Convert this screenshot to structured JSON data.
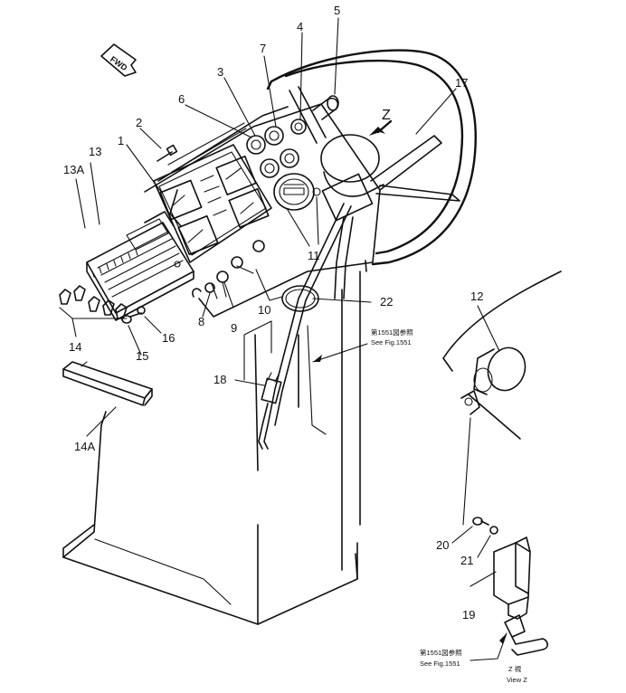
{
  "callouts": [
    {
      "id": "c1",
      "text": "1"
    },
    {
      "id": "c2",
      "text": "2"
    },
    {
      "id": "c3",
      "text": "3"
    },
    {
      "id": "c4",
      "text": "4"
    },
    {
      "id": "c5",
      "text": "5"
    },
    {
      "id": "c6",
      "text": "6"
    },
    {
      "id": "c7",
      "text": "7"
    },
    {
      "id": "c8",
      "text": "8"
    },
    {
      "id": "c9",
      "text": "9"
    },
    {
      "id": "c10",
      "text": "10"
    },
    {
      "id": "c11",
      "text": "11"
    },
    {
      "id": "c12",
      "text": "12"
    },
    {
      "id": "c13",
      "text": "13"
    },
    {
      "id": "c13a",
      "text": "13A"
    },
    {
      "id": "c14",
      "text": "14"
    },
    {
      "id": "c14a",
      "text": "14A"
    },
    {
      "id": "c15",
      "text": "15"
    },
    {
      "id": "c16",
      "text": "16"
    },
    {
      "id": "c17",
      "text": "17"
    },
    {
      "id": "c18",
      "text": "18"
    },
    {
      "id": "c19",
      "text": "19"
    },
    {
      "id": "c20",
      "text": "20"
    },
    {
      "id": "c21",
      "text": "21"
    },
    {
      "id": "c22",
      "text": "22"
    }
  ],
  "direction_tag": "FWD",
  "view_marker": "Z",
  "references": {
    "upper_jp": "第1551図参照",
    "upper_en": "See Fig.1551",
    "lower_jp": "第1551図参照",
    "lower_en": "See Fig.1551"
  },
  "view_caption": {
    "jp": "Z 視",
    "en": "View Z"
  }
}
